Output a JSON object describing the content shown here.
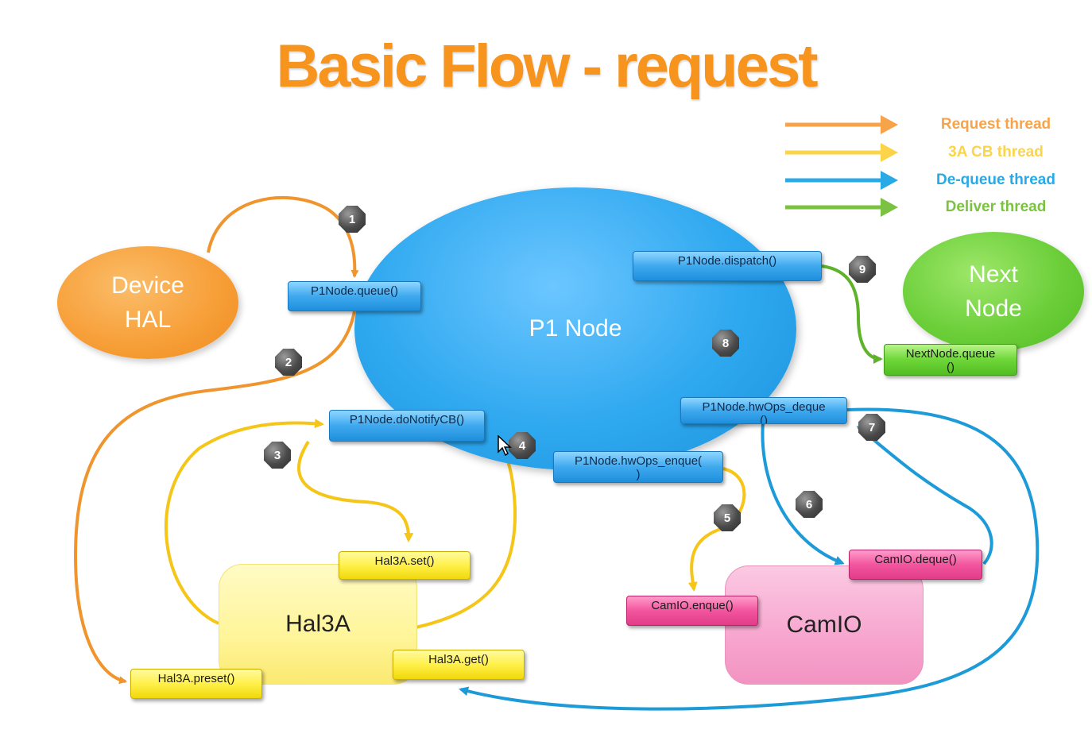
{
  "title": "Basic Flow - request",
  "legend": [
    {
      "label": "Request thread",
      "color": "#f7a34a"
    },
    {
      "label": "3A CB thread",
      "color": "#fbd44a"
    },
    {
      "label": "De-queue thread",
      "color": "#29a9e6"
    },
    {
      "label": "Deliver thread",
      "color": "#7cc242"
    }
  ],
  "nodes": {
    "device_hal": "Device\nHAL",
    "p1_node": "P1 Node",
    "next_node": "Next\nNode",
    "hal3a": "Hal3A",
    "camio": "CamIO"
  },
  "methods": {
    "p1_queue": "P1Node.queue()",
    "p1_dispatch": "P1Node.dispatch()",
    "nextnode_queue": "NextNode.queue\n()",
    "p1_hwops_deque": "P1Node.hwOps_deque\n()",
    "p1_donotifycb": "P1Node.doNotifyCB()",
    "p1_hwops_enque": "P1Node.hwOps_enque(\n)",
    "hal3a_set": "Hal3A.set()",
    "hal3a_get": "Hal3A.get()",
    "hal3a_preset": "Hal3A.preset()",
    "camio_enque": "CamIO.enque()",
    "camio_deque": "CamIO.deque()"
  },
  "steps": [
    "1",
    "2",
    "3",
    "4",
    "5",
    "6",
    "7",
    "8",
    "9"
  ],
  "colors": {
    "title": "#f7941d",
    "request_thread": "#f7a34a",
    "cb_thread": "#fbd44a",
    "dequeue_thread": "#29a9e6",
    "deliver_thread": "#7cc242",
    "device_hal": "#f7a03a",
    "p1_node": "#2ea8ef",
    "next_node": "#6ccf3a",
    "hal3a": "#fff59a",
    "camio": "#f7a6cf"
  }
}
